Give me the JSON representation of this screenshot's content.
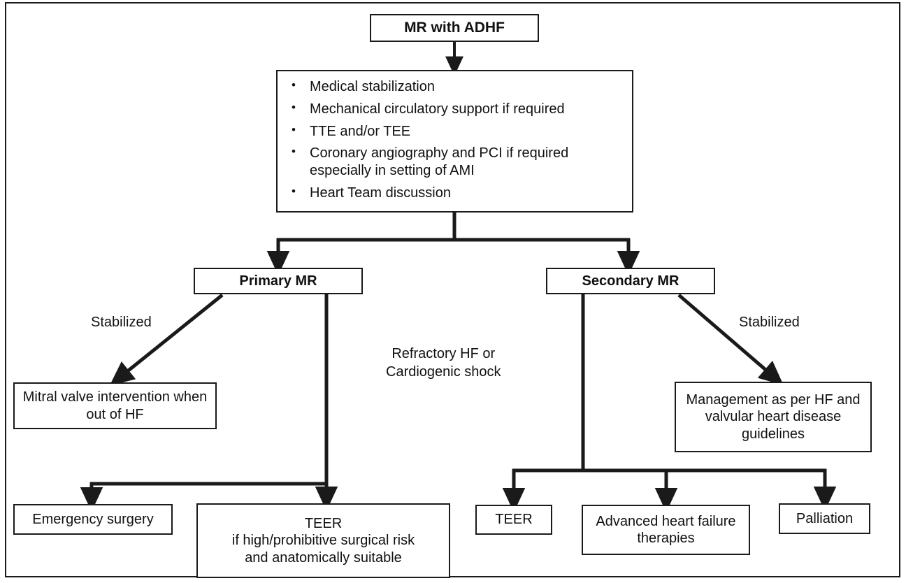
{
  "diagram": {
    "title": "MR with ADHF management algorithm",
    "colors": {
      "stroke": "#1a1a1a",
      "text": "#111111",
      "background": "#ffffff"
    },
    "nodes": {
      "root": {
        "label": "MR with ADHF"
      },
      "workup": {
        "bullets": [
          "Medical stabilization",
          "Mechanical circulatory support if required",
          "TTE and/or TEE",
          "Coronary angiography and PCI if required especially in setting of AMI",
          "Heart Team discussion"
        ]
      },
      "primary_mr": {
        "label": "Primary MR"
      },
      "secondary_mr": {
        "label": "Secondary MR"
      },
      "mitral_intervention": {
        "label": "Mitral valve intervention when out of HF"
      },
      "management_guidelines": {
        "label": "Management as per HF and valvular heart disease guidelines"
      },
      "emergency_surgery": {
        "label": "Emergency surgery"
      },
      "teer_primary": {
        "label": "TEER\nif high/prohibitive surgical risk\nand anatomically suitable"
      },
      "teer_secondary": {
        "label": "TEER"
      },
      "advanced_hf": {
        "label": "Advanced heart failure therapies"
      },
      "palliation": {
        "label": "Palliation"
      }
    },
    "edge_labels": {
      "stabilized_left": "Stabilized",
      "stabilized_right": "Stabilized",
      "refractory": "Refractory HF or\nCardiogenic shock"
    }
  }
}
